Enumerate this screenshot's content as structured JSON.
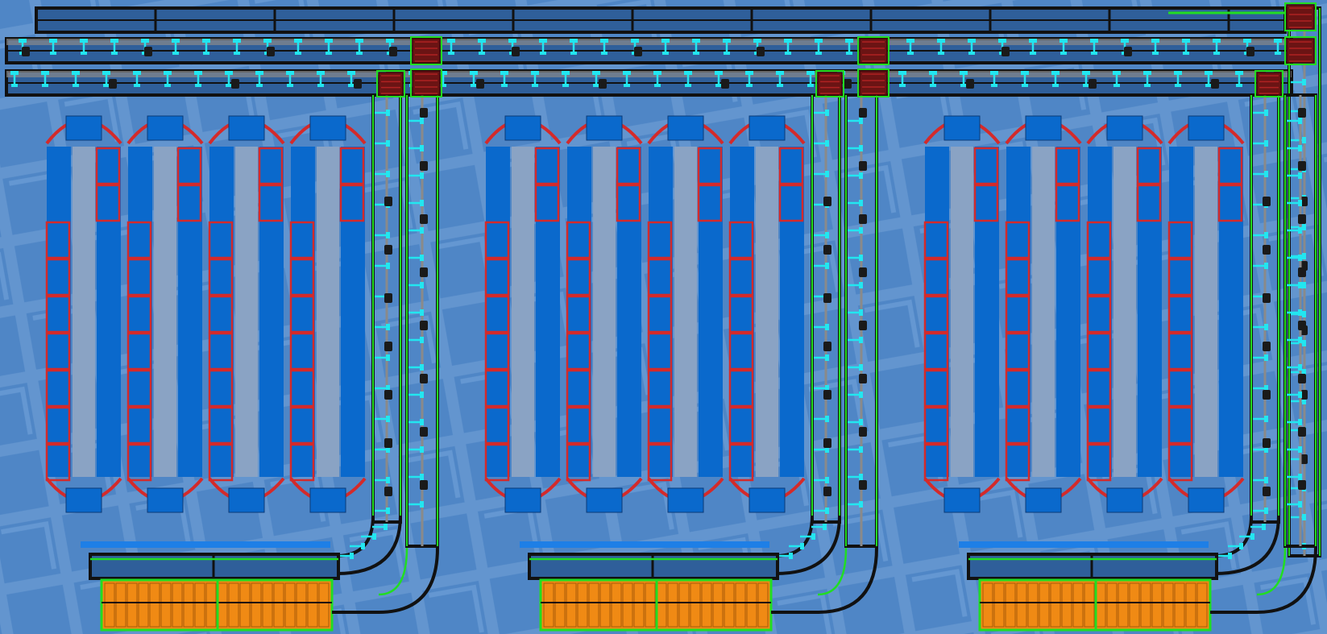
{
  "colors": {
    "background": "#4f86c6",
    "background_pattern": "#6f9fd6",
    "belt": "#111111",
    "belt_inner": "#2f5f9a",
    "inserter": "#22e6f0",
    "power_pole": "#22dd22",
    "machine_frame": "#d42a2a",
    "machine_fill": "#0a69cc",
    "rail_track": "#8a8a8a",
    "splitter": "#6b1414",
    "chest": "#f08a14",
    "blue_bar": "#1e7fe6"
  },
  "icons": {
    "inserter": "inserter-icon",
    "power_pole": "power-pole-icon",
    "splitter": "splitter-icon",
    "item": "item-icon"
  },
  "blocks": [
    "block-left",
    "block-middle",
    "block-right"
  ]
}
